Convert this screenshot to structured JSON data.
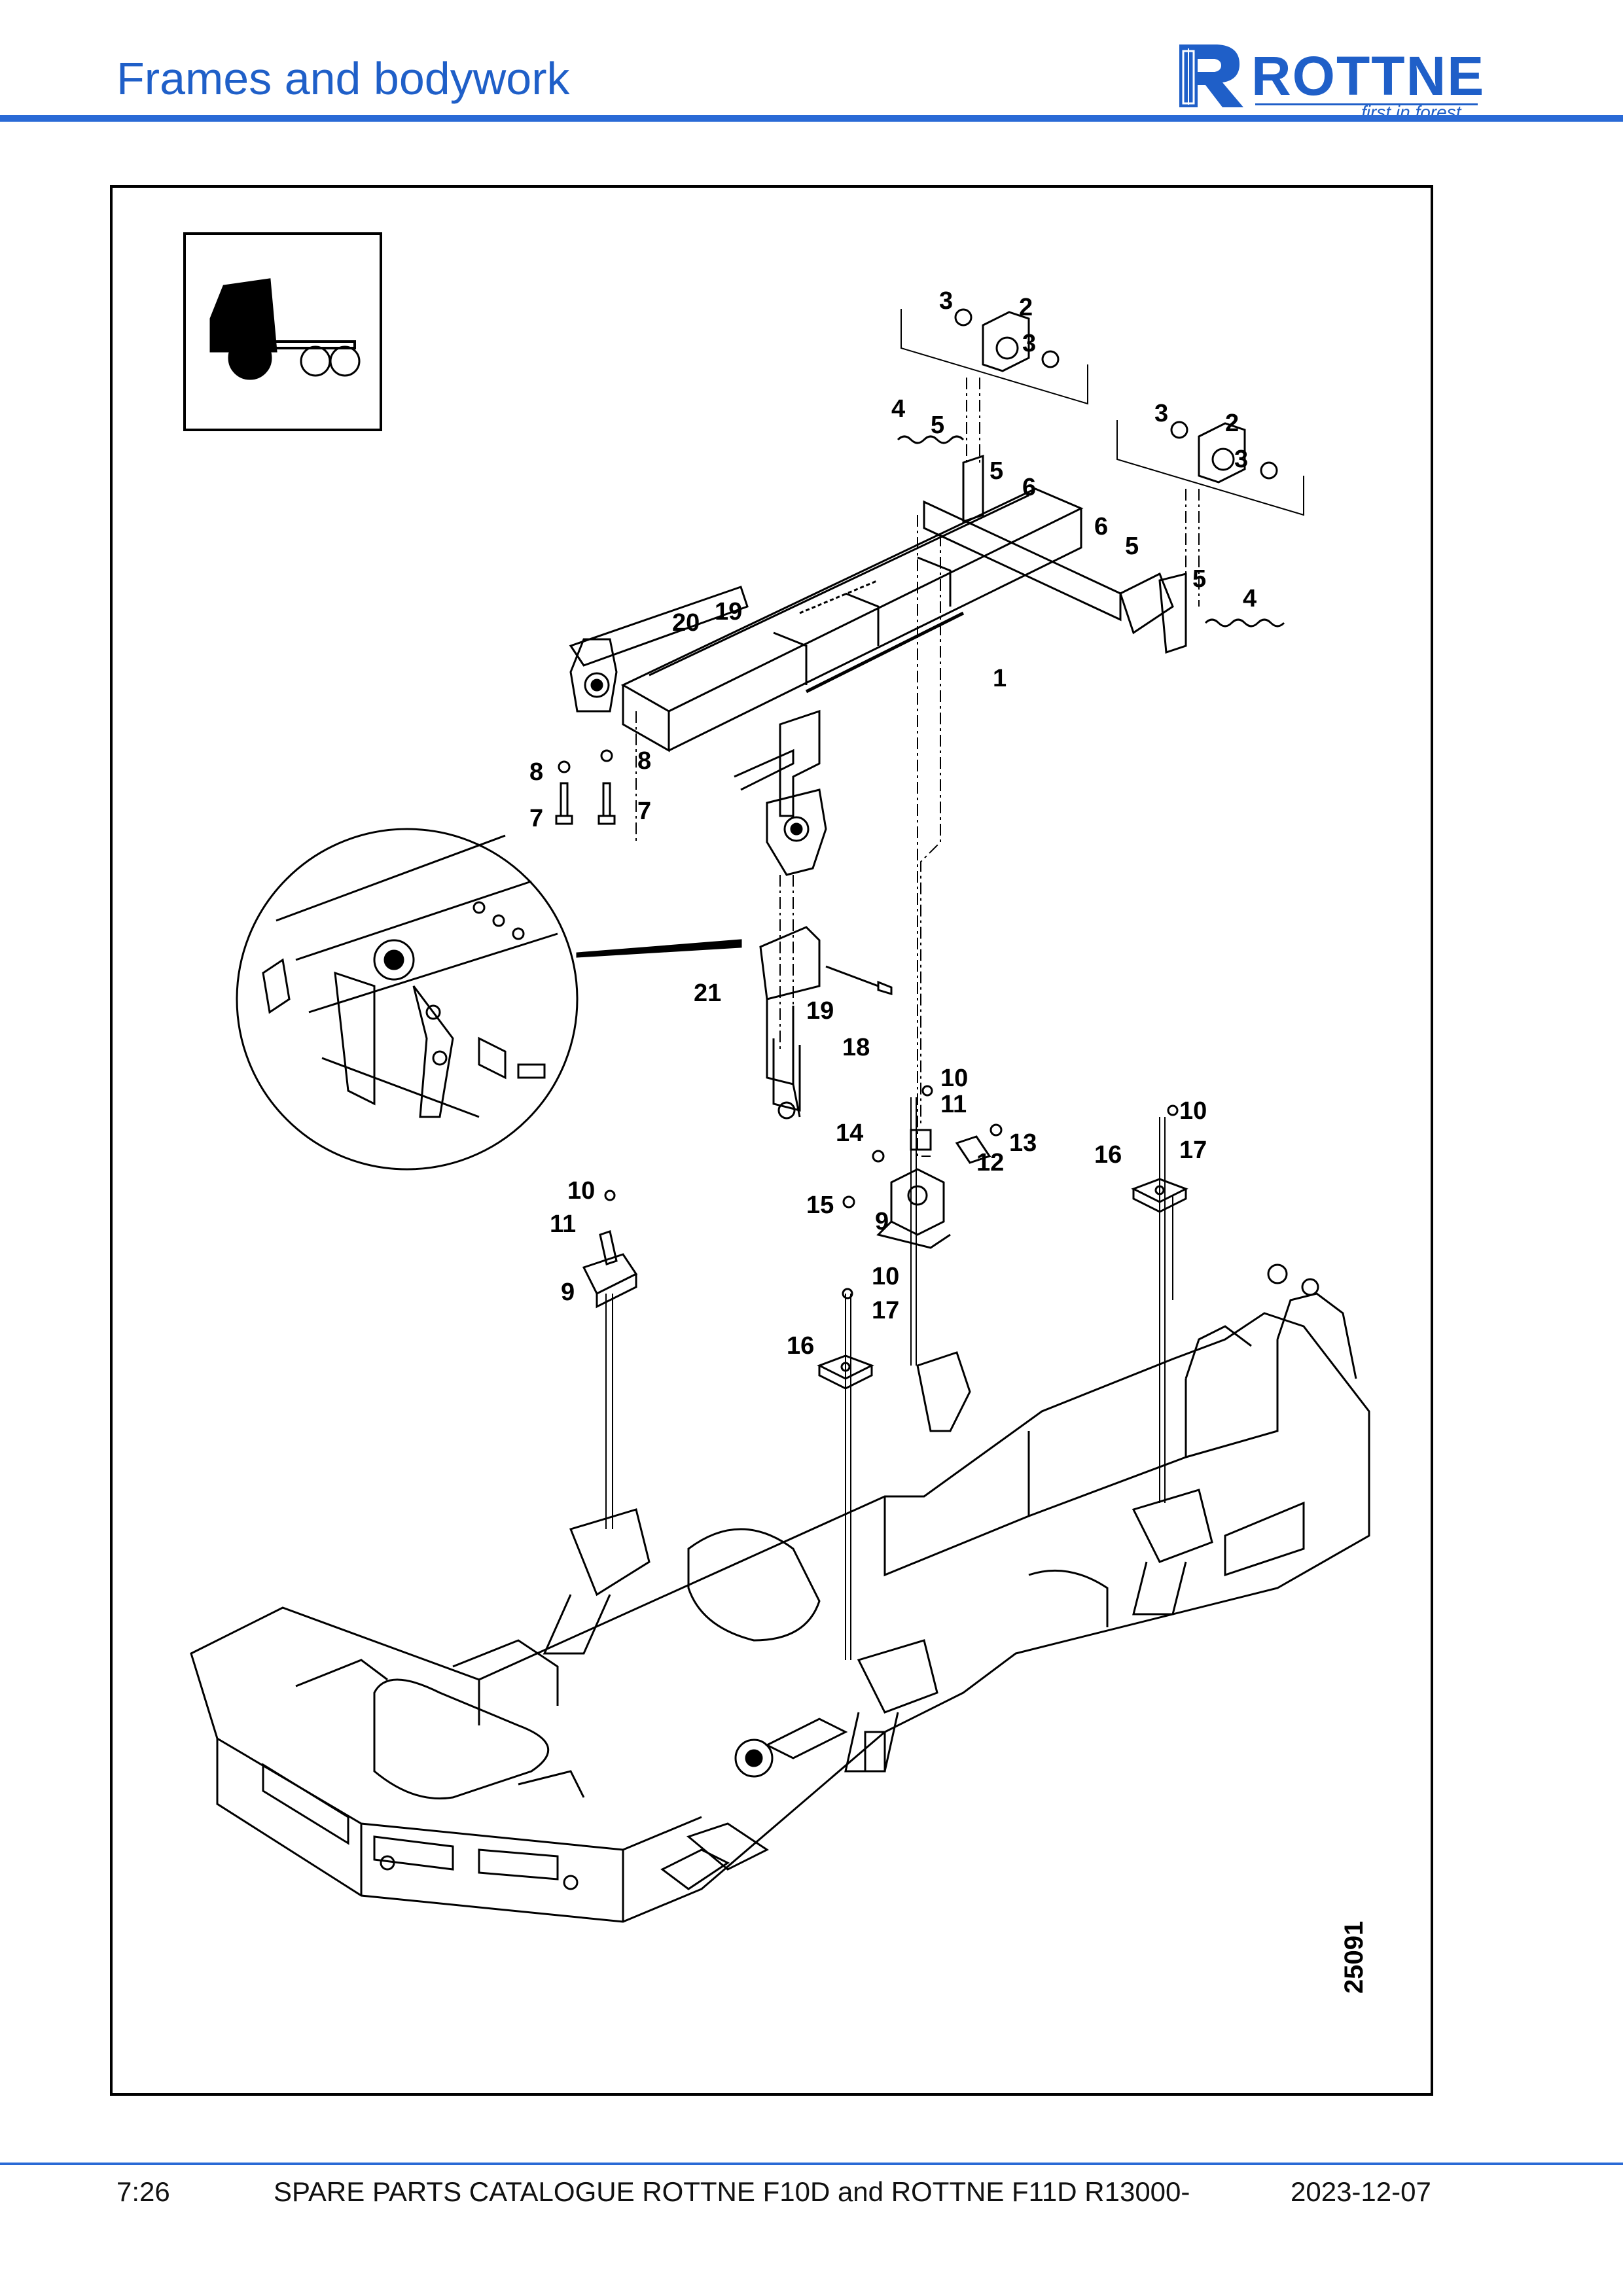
{
  "header": {
    "title": "Frames and bodywork",
    "logo_text": "ROTTNE",
    "logo_tagline": "first in forest",
    "accent_color": "#1f5fc8"
  },
  "diagram": {
    "drawing_number": "25091",
    "callouts": [
      "1",
      "2",
      "2",
      "3",
      "3",
      "3",
      "3",
      "4",
      "4",
      "5",
      "5",
      "5",
      "5",
      "6",
      "6",
      "7",
      "7",
      "8",
      "8",
      "9",
      "9",
      "10",
      "10",
      "10",
      "10",
      "11",
      "11",
      "12",
      "13",
      "14",
      "15",
      "16",
      "16",
      "17",
      "17",
      "18",
      "19",
      "19",
      "20",
      "21"
    ]
  },
  "footer": {
    "page": "7:26",
    "catalogue": "SPARE PARTS CATALOGUE ROTTNE F10D and ROTTNE F11D R13000-",
    "date": "2023-12-07"
  }
}
